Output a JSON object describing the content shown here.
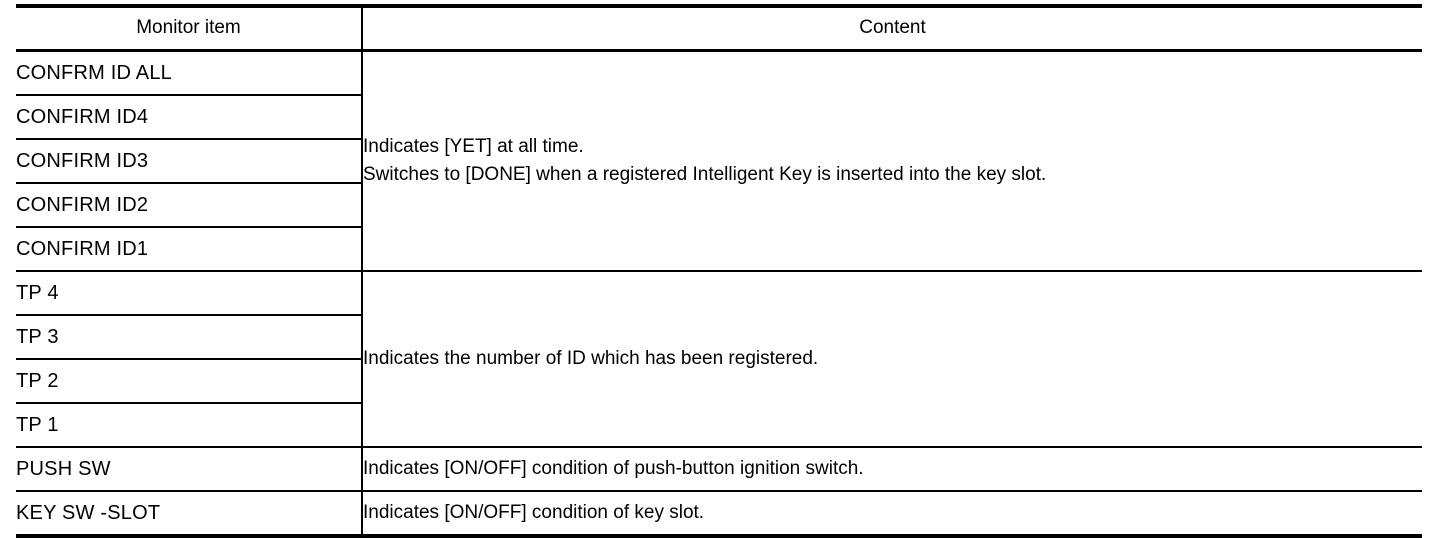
{
  "table": {
    "headers": {
      "item": "Monitor item",
      "content": "Content"
    },
    "groups": [
      {
        "items": [
          "CONFRM ID ALL",
          "CONFIRM ID4",
          "CONFIRM ID3",
          "CONFIRM ID2",
          "CONFIRM ID1"
        ],
        "content_lines": [
          "Indicates [YET] at all time.",
          "Switches to [DONE] when a registered Intelligent Key is inserted into the key slot."
        ]
      },
      {
        "items": [
          "TP 4",
          "TP 3",
          "TP 2",
          "TP 1"
        ],
        "content_lines": [
          "Indicates the number of ID which has been registered."
        ]
      },
      {
        "items": [
          "PUSH SW"
        ],
        "content_lines": [
          "Indicates [ON/OFF] condition of push-button ignition switch."
        ]
      },
      {
        "items": [
          "KEY SW -SLOT"
        ],
        "content_lines": [
          "Indicates [ON/OFF] condition of key slot."
        ]
      }
    ]
  },
  "colors": {
    "rule": "#000000",
    "text": "#000000",
    "background": "#ffffff"
  }
}
